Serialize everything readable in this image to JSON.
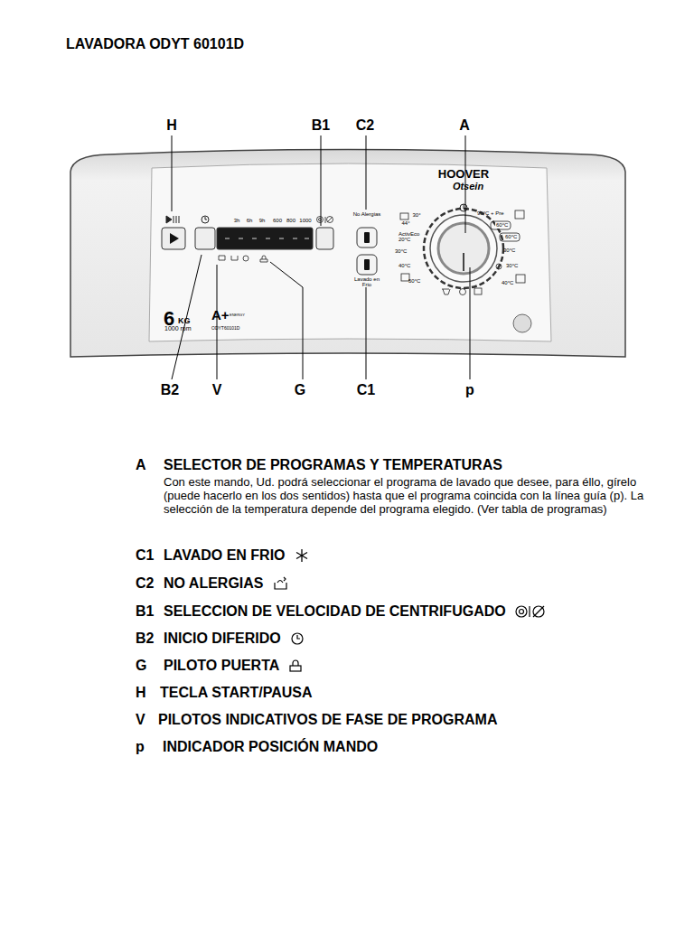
{
  "diagram": {
    "title": "LAVADORA ODYT 60101D",
    "labels": [
      "H",
      "B1",
      "C2",
      "A",
      "3h",
      "6h",
      "9h",
      "600",
      "800",
      "1000",
      "No Alergias",
      "Lavado en Frio",
      "HOOVER",
      "Otsein",
      "30°",
      "44°",
      "ActivEco 20°C",
      "30°C",
      "40°C",
      "50°C",
      "90°C + Pre",
      "60°C",
      "60°C",
      "30°C",
      "30°C",
      "40°C",
      "6",
      "KG",
      "1000 rpm",
      "A+",
      "ENERGY",
      "ODYT60101D",
      "B2",
      "V",
      "G",
      "C1",
      "p",
      "A",
      "SELECTOR DE PROGRAMAS Y TEMPERATURAS",
      "Con este mando, Ud. podrá seleccionar el programa de lavado que desee, para éllo, gírelo (puede hacerlo en los dos sentidos) hasta que el programa coincida con la línea guía (p). La selección de la temperatura depende del programa elegido. (Ver tabla de programas)",
      "C1",
      "LAVADO EN FRIO",
      "C2",
      "NO ALERGIAS",
      "B1",
      "SELECCION DE VELOCIDAD DE CENTRIFUGADO",
      "B2",
      "INICIO DIFERIDO",
      "G",
      "PILOTO PUERTA",
      "H",
      "TECLA START/PAUSA",
      "V",
      "PILOTOS INDICATIVOS DE FASE DE PROGRAMA",
      "p",
      "INDICADOR POSICIÓN MANDO"
    ]
  }
}
